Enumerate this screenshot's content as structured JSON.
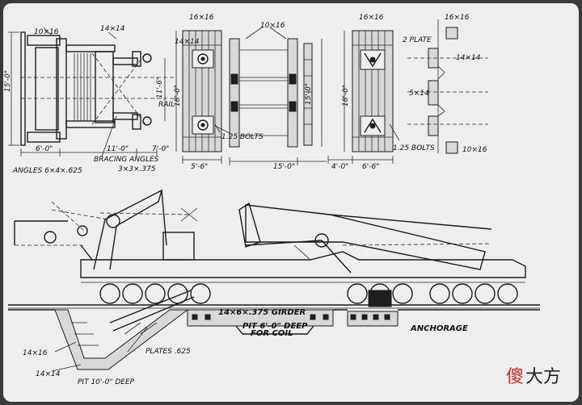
{
  "labels": {
    "top_10x16": "10×16",
    "top_14x14": "14×14",
    "dim_15ft": "15'-0\"",
    "dim_11_6": "11'-6\"",
    "rail": "RAIL",
    "dim_6ft": "6'-0\"",
    "dim_11ft": "11'-0\"",
    "dim_7ft": "7'-0\"",
    "bracing_angles": "BRACING ANGLES",
    "angles": "ANGLES 6×4×.625",
    "bracing_size": "3×3×.375",
    "b_16x16": "16×16",
    "b_14x14": "14×14",
    "b_18ft": "18'-0\"",
    "b_5_6": "5'-6\"",
    "c_10x16": "10×16",
    "c_15ft": "15'-0\"",
    "c_15ft_bottom": "15'-0\"",
    "bolts_1": "1.25 BOLTS",
    "d_16x16": "16×16",
    "d_18ft": "18'-0\"",
    "d_4ft": "4'-0\"",
    "d_6_6": "6'-6\"",
    "bolts_2": "1.25 BOLTS",
    "e_16x16": "16×16",
    "two_plate": "2 PLATE",
    "e_14x14": "14×14",
    "e_5x14": "5×14",
    "e_10x16": "10×16",
    "girder": "14×6×.375 GIRDER",
    "pit_deep": "PIT 6'-0\" DEEP",
    "for_coil": "FOR COIL",
    "anchorage": "ANCHORAGE",
    "s_14x16": "14×16",
    "plates": "PLATES .625",
    "s_14x14": "14×14",
    "pit_10ft": "PIT 10'-0\" DEEP"
  },
  "watermark": {
    "char1": "傻",
    "char2": "大方",
    "color1": "#d42a2a",
    "color2": "#222222"
  }
}
